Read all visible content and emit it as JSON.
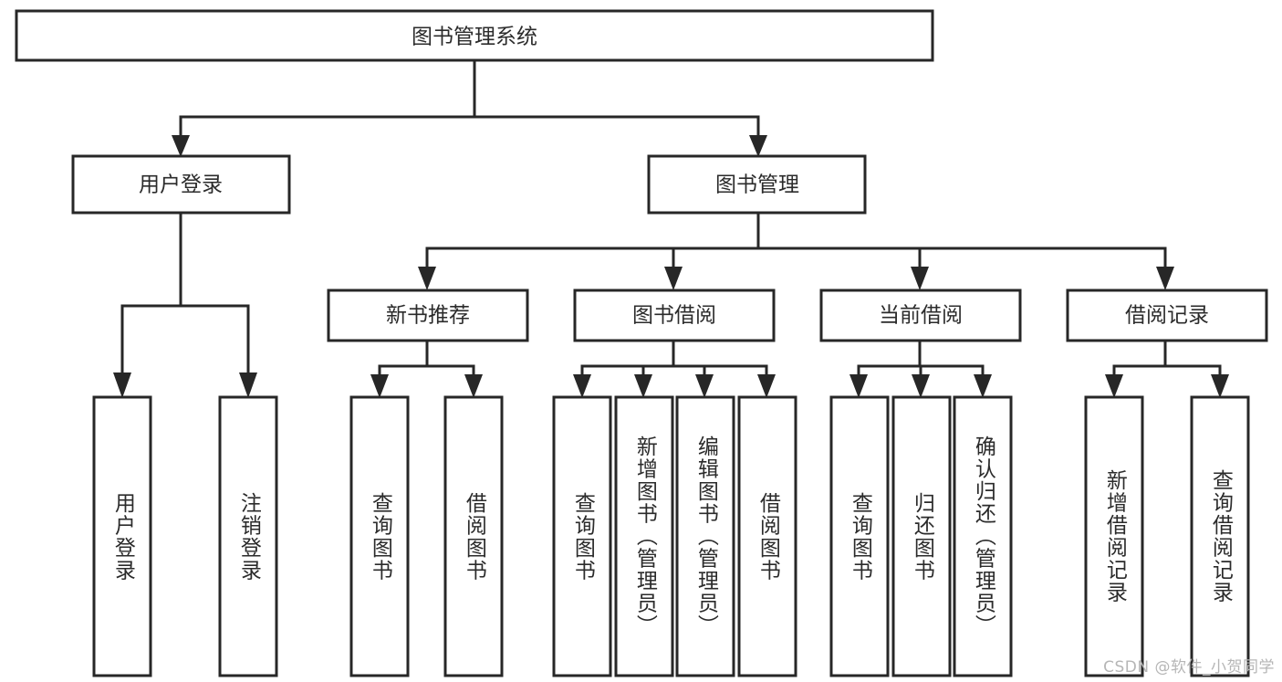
{
  "diagram": {
    "type": "tree-hierarchy-chart",
    "title": "图书管理系统",
    "background_color": "#ffffff",
    "line_color": "#272727",
    "text_color": "#2b2b2b",
    "box_fill": "#ffffff",
    "root": {
      "label": "图书管理系统",
      "orientation": "horizontal"
    },
    "level2": [
      {
        "label": "用户登录",
        "orientation": "horizontal"
      },
      {
        "label": "图书管理",
        "orientation": "horizontal"
      }
    ],
    "level3": [
      {
        "label": "新书推荐",
        "orientation": "horizontal",
        "parent": "图书管理"
      },
      {
        "label": "图书借阅",
        "orientation": "horizontal",
        "parent": "图书管理"
      },
      {
        "label": "当前借阅",
        "orientation": "horizontal",
        "parent": "图书管理"
      },
      {
        "label": "借阅记录",
        "orientation": "horizontal",
        "parent": "图书管理"
      }
    ],
    "leaves": [
      {
        "label": "用户登录",
        "orientation": "vertical",
        "parent": "用户登录"
      },
      {
        "label": "注销登录",
        "orientation": "vertical",
        "parent": "用户登录"
      },
      {
        "label": "查询图书",
        "orientation": "vertical",
        "parent": "新书推荐"
      },
      {
        "label": "借阅图书",
        "orientation": "vertical",
        "parent": "新书推荐"
      },
      {
        "label": "查询图书",
        "orientation": "vertical",
        "parent": "图书借阅"
      },
      {
        "label": "新增图书（管理员）",
        "orientation": "vertical",
        "parent": "图书借阅"
      },
      {
        "label": "编辑图书（管理员）",
        "orientation": "vertical",
        "parent": "图书借阅"
      },
      {
        "label": "借阅图书",
        "orientation": "vertical",
        "parent": "图书借阅"
      },
      {
        "label": "查询图书",
        "orientation": "vertical",
        "parent": "当前借阅"
      },
      {
        "label": "归还图书",
        "orientation": "vertical",
        "parent": "当前借阅"
      },
      {
        "label": "确认归还（管理员）",
        "orientation": "vertical",
        "parent": "当前借阅"
      },
      {
        "label": "新增借阅记录",
        "orientation": "vertical",
        "parent": "借阅记录"
      },
      {
        "label": "查询借阅记录",
        "orientation": "vertical",
        "parent": "借阅记录"
      }
    ]
  },
  "watermark": {
    "text": "CSDN @软件_小贺同学"
  }
}
